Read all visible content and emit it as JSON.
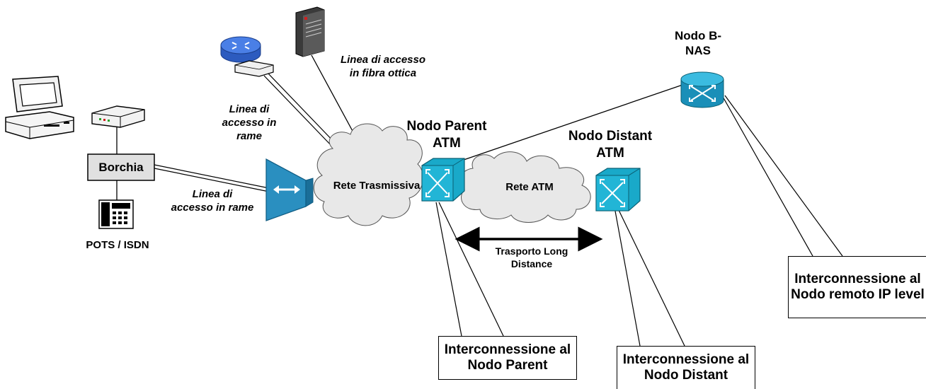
{
  "labels": {
    "borchia": "Borchia",
    "pots_isdn": "POTS / ISDN",
    "linea_rame_1": "Linea di accesso in rame",
    "linea_rame_2": "Linea di accesso in rame",
    "linea_fibra": "Linea di accesso in fibra ottica",
    "rete_trasmissiva": "Rete Trasmissiva",
    "rete_atm": "Rete ATM",
    "nodo_parent": "Nodo Parent ATM",
    "nodo_distant": "Nodo Distant ATM",
    "nodo_bnas": "Nodo B-NAS",
    "trasporto": "Trasporto Long Distance"
  },
  "callouts": {
    "parent": "Interconnessione al Nodo Parent",
    "distant": "Interconnessione al Nodo Distant",
    "remoto": "Interconnessione al Nodo remoto IP level"
  },
  "colors": {
    "cloud_fill": "#e8e8e8",
    "switch_cyan": "#19a9c9",
    "router_blue": "#3a6fd8",
    "dslam_blue": "#1fa0c8",
    "box_gray": "#e0e0e0"
  },
  "icons": [
    "computer-icon",
    "modem-icon",
    "phone-icon",
    "router-icon",
    "server-icon",
    "dslam-icon",
    "atm-switch-icon",
    "bnas-router-icon",
    "cloud-icon"
  ]
}
